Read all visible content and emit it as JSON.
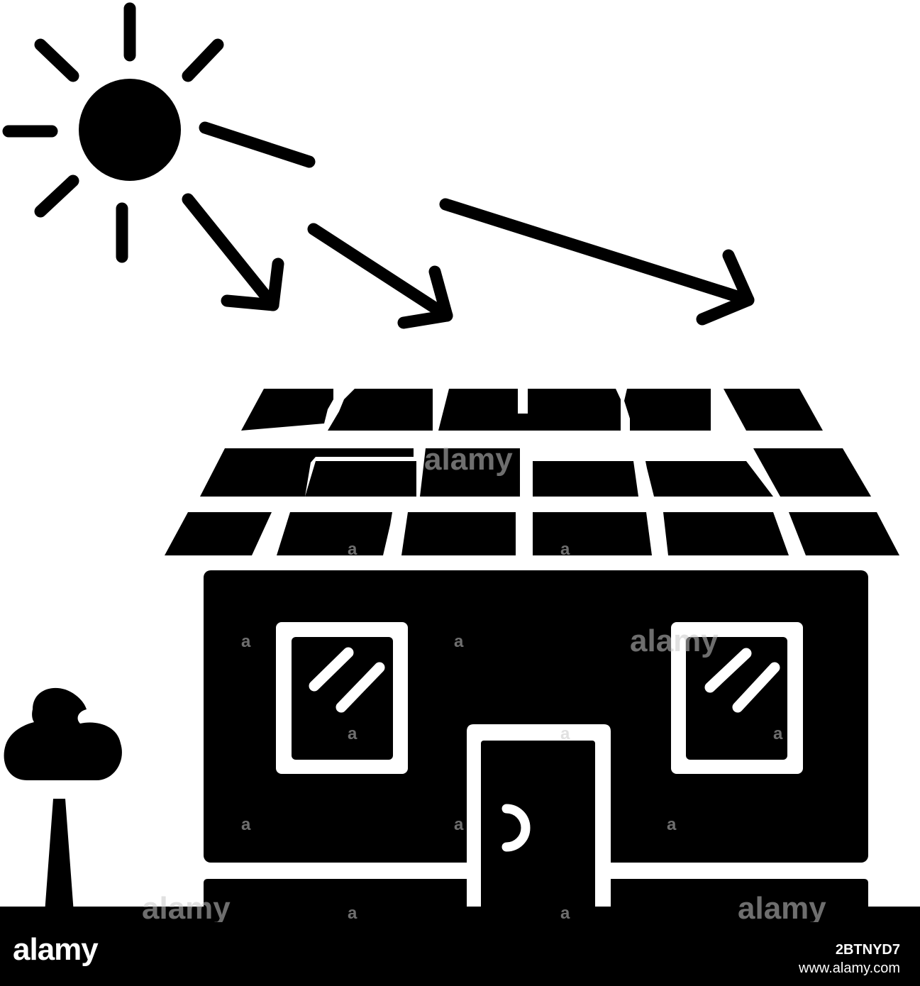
{
  "illustration": {
    "subject": "solar-panel-house-glyph-icon",
    "ink_color": "#000000",
    "background_color": "#ffffff"
  },
  "watermark": {
    "text": "alamy",
    "small_mark": "a"
  },
  "footer": {
    "background_color": "#000000",
    "text_color": "#ffffff",
    "logo_text": "alamy",
    "image_id": "2BTNYD7",
    "url": "www.alamy.com"
  }
}
